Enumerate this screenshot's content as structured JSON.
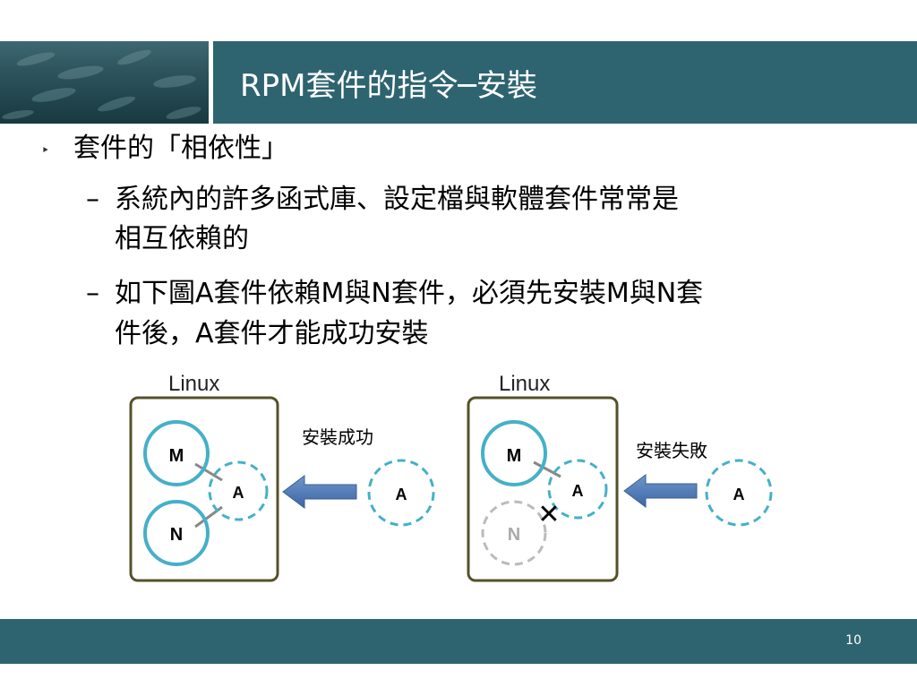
{
  "slide": {
    "title": "RPM套件的指令─安裝",
    "page_number": "10"
  },
  "bullets": {
    "main": "套件的「相依性」",
    "sub1_line1": "系統內的許多函式庫、設定檔與軟體套件常常是",
    "sub1_line2": "相互依賴的",
    "sub2_line1": "如下圖A套件依賴M與N套件，必須先安裝M與N套",
    "sub2_line2": "件後，A套件才能成功安裝",
    "bullet_glyph": "‣",
    "dash_glyph": "–"
  },
  "diagram": {
    "left": {
      "os_label": "Linux",
      "status_label": "安裝成功",
      "nodes": {
        "m": "M",
        "n": "N",
        "a_inside": "A",
        "a_outside": "A"
      }
    },
    "right": {
      "os_label": "Linux",
      "status_label": "安裝失敗",
      "nodes": {
        "m": "M",
        "n": "N",
        "a_inside": "A",
        "a_outside": "A"
      },
      "fail_mark": "✕"
    }
  },
  "colors": {
    "accent": "#2e6470",
    "circle": "#45b0c8",
    "box_border": "#55512a",
    "arrow": "#4f7bb8",
    "missing": "#bbbbbb"
  }
}
